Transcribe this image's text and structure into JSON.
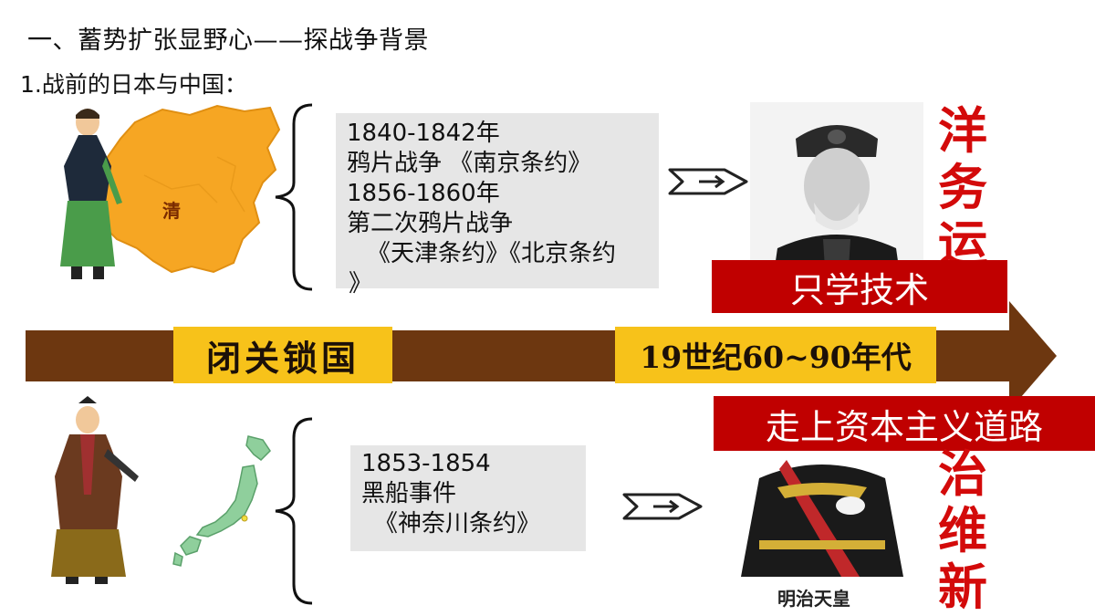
{
  "heading": "一、蓄势扩张显野心——探战争背景",
  "subheading": "1.战前的日本与中国：",
  "china": {
    "map_label": "清",
    "events": [
      "1840-1842年",
      "鸦片战争 《南京条约》",
      "1856-1860年",
      "第二次鸦片战争",
      "《天津条约》《北京条约",
      "》"
    ],
    "movement_chars": [
      "洋",
      "务",
      "运"
    ]
  },
  "japan": {
    "events": [
      "1853-1854",
      "黑船事件",
      "《神奈川条约》"
    ],
    "movement_chars": [
      "治",
      "维",
      "新"
    ],
    "portrait_caption": "明治天皇"
  },
  "timeline": {
    "left_label": "闭关锁国",
    "right_label": "19世纪60~90年代"
  },
  "banners": {
    "top": "只学技术",
    "bottom": "走上资本主义道路"
  },
  "colors": {
    "timeline": "#6d3710",
    "label_bg": "#f7c21a",
    "banner_bg": "#c00000",
    "movement_text": "#d30a0a"
  }
}
